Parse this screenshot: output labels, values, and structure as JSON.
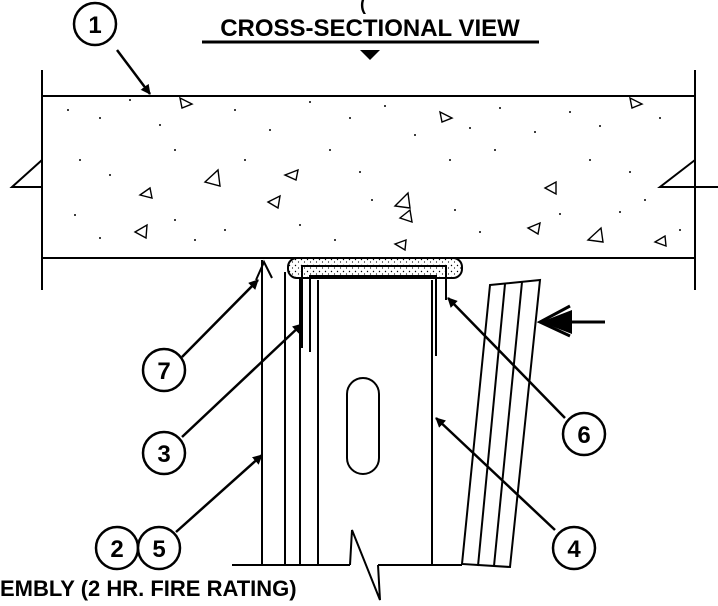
{
  "title": {
    "text": "CROSS-SECTIONAL VIEW",
    "top_mark": "("
  },
  "bottom_caption": "EMBLY (2 HR. FIRE RATING)",
  "callouts": [
    {
      "id": "callout-1",
      "label": "1"
    },
    {
      "id": "callout-2",
      "label": "2"
    },
    {
      "id": "callout-3",
      "label": "3"
    },
    {
      "id": "callout-4",
      "label": "4"
    },
    {
      "id": "callout-5",
      "label": "5"
    },
    {
      "id": "callout-6",
      "label": "6"
    },
    {
      "id": "callout-7",
      "label": "7"
    }
  ],
  "colors": {
    "ink": "#000000",
    "background": "#ffffff"
  }
}
